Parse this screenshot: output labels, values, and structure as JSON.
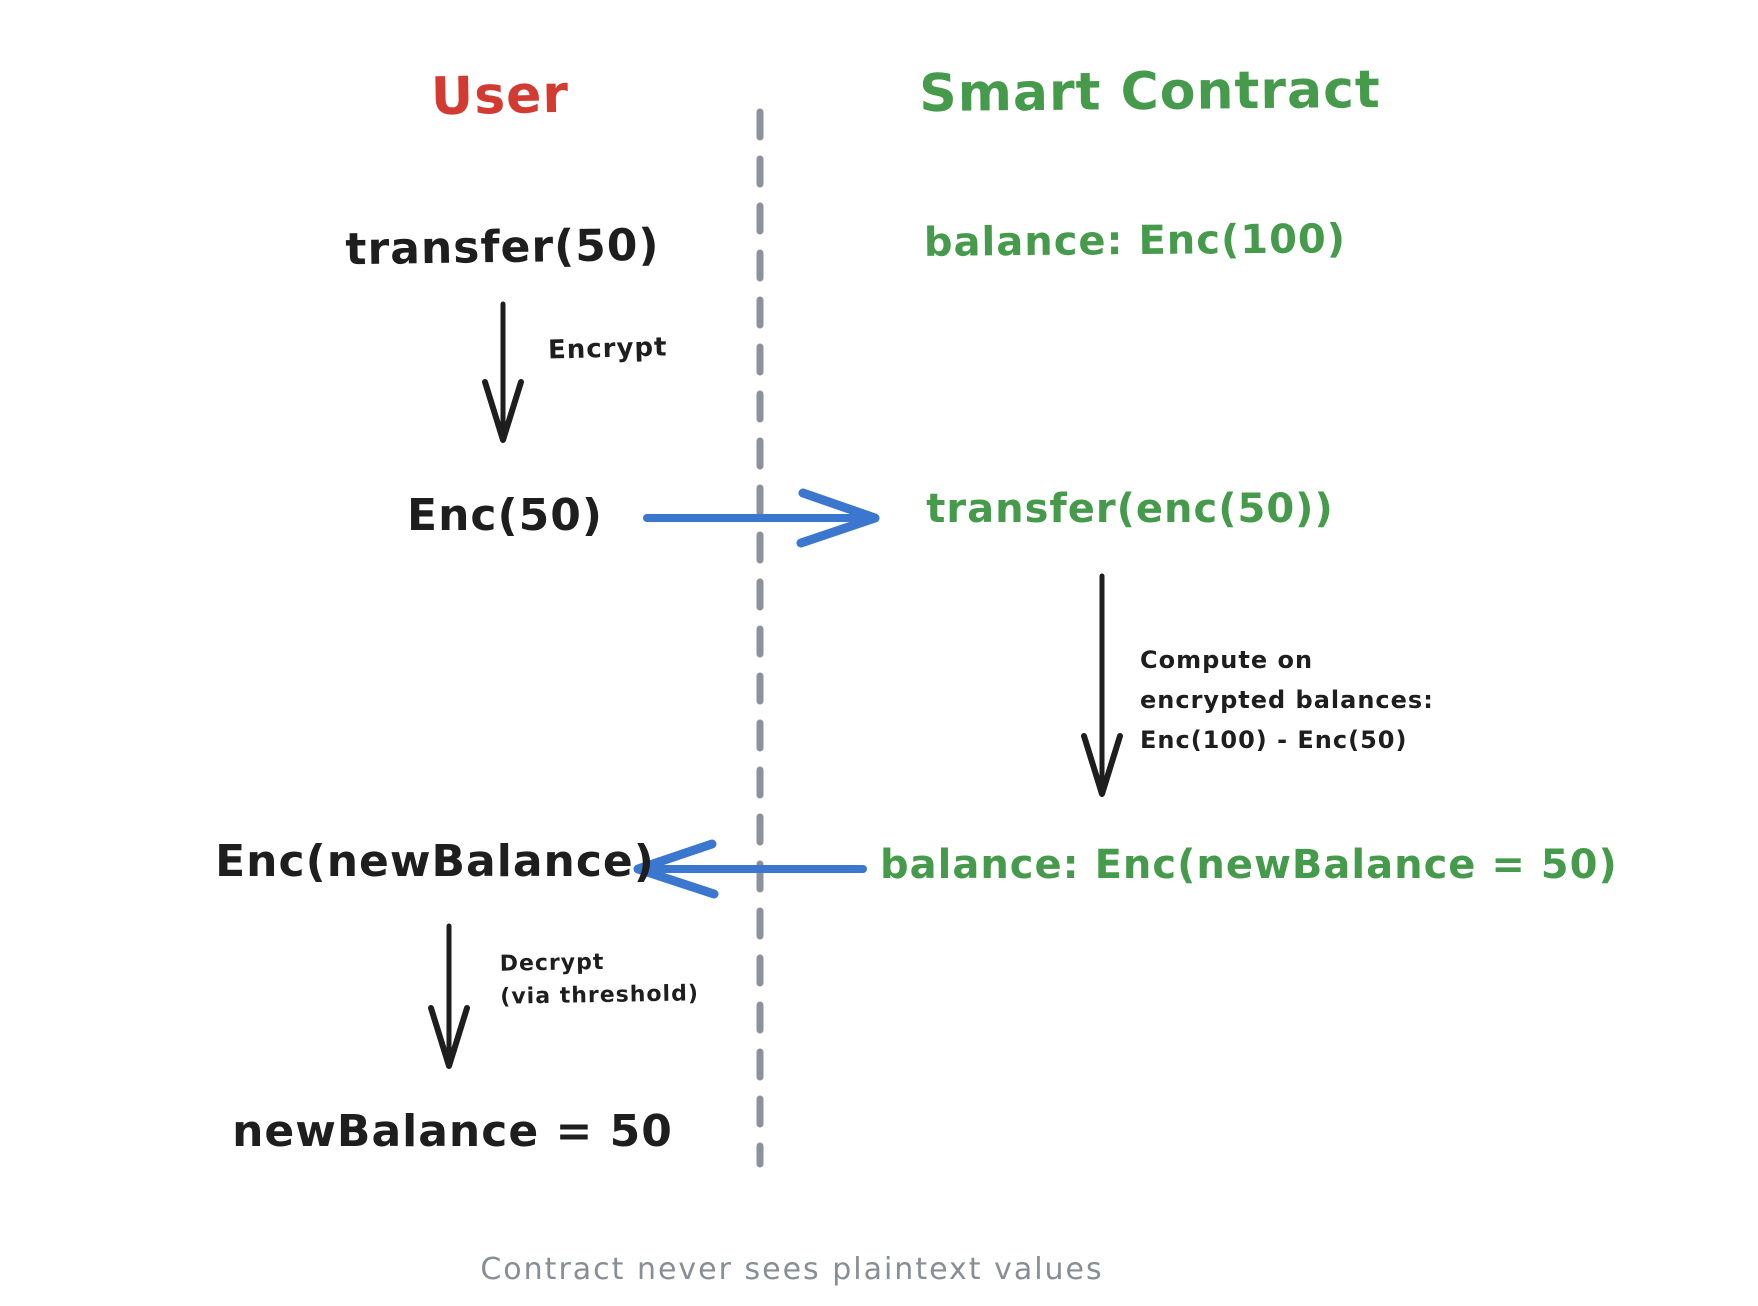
{
  "columns": {
    "user": {
      "title": "User"
    },
    "smart_contract": {
      "title": "Smart Contract"
    }
  },
  "user_flow": {
    "transfer_call": "transfer(50)",
    "encrypt_label": "Encrypt",
    "encrypted_amount": "Enc(50)",
    "encrypted_new_balance": "Enc(newBalance)",
    "decrypt_label_line1": "Decrypt",
    "decrypt_label_line2": "(via threshold)",
    "decrypted_result": "newBalance = 50"
  },
  "contract_flow": {
    "initial_balance": "balance: Enc(100)",
    "received_call": "transfer(enc(50))",
    "compute_label_line1": "Compute on",
    "compute_label_line2": "encrypted balances:",
    "compute_label_line3": "Enc(100) - Enc(50)",
    "updated_balance": "balance: Enc(newBalance = 50)"
  },
  "caption": "Contract never sees plaintext values",
  "colors": {
    "black_text": "#1e1e1e",
    "user_red": "#d23b31",
    "contract_green": "#469a4c",
    "arrow_blue": "#3b77cf",
    "divider_gray": "#8b929b",
    "caption_gray": "#878e95"
  }
}
